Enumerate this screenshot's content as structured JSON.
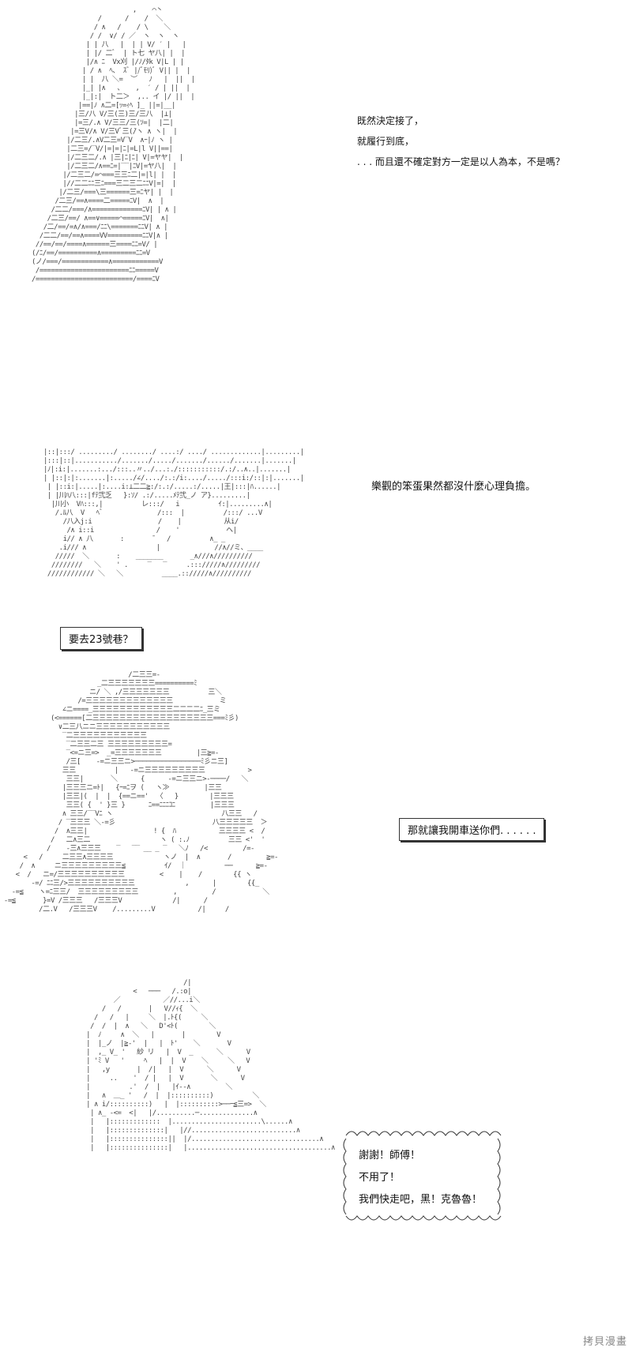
{
  "panel1": {
    "lines": [
      "既然決定接了，",
      "就履行到底，",
      ". . . 而且還不確定對方一定是以人為本，不是嗎？"
    ]
  },
  "panel2": {
    "line": "樂觀的笨蛋果然都沒什麼心理負擔。"
  },
  "panel3": {
    "box": "要去23號巷？"
  },
  "panel4": {
    "box": "那就讓我開車送你們. . . . . ."
  },
  "panel5": {
    "lines": [
      "謝謝！師傅！",
      "不用了！",
      "我們快走吧，黑！克魯魯！"
    ]
  },
  "watermark": "拷貝漫畫"
}
